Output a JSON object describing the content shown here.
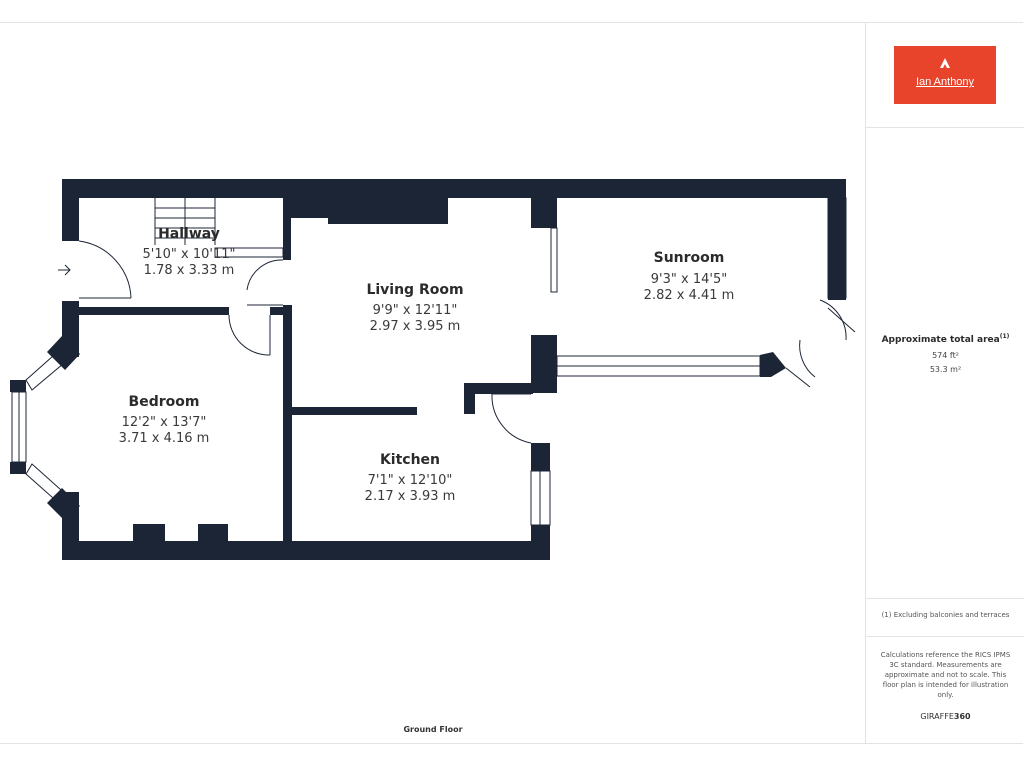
{
  "brand": {
    "logo_text": "Ian Anthony",
    "logo_color": "#e8432b",
    "footer_prefix": "GIRAFFE",
    "footer_suffix": "360"
  },
  "area": {
    "title": "Approximate total area",
    "title_note": "(1)",
    "sqft": "574 ft²",
    "sqm": "53.3 m²"
  },
  "footnote": "(1) Excluding balconies and terraces",
  "calc_note": "Calculations reference the RICS IPMS 3C standard. Measurements are approximate and not to scale. This floor plan is intended for illustration only.",
  "floor_label": "Ground Floor",
  "rooms": [
    {
      "name": "Hallway",
      "imperial": "5'10\" x 10'11\"",
      "metric": "1.78 x 3.33 m"
    },
    {
      "name": "Living Room",
      "imperial": "9'9\" x 12'11\"",
      "metric": "2.97 x 3.95 m"
    },
    {
      "name": "Sunroom",
      "imperial": "9'3\" x 14'5\"",
      "metric": "2.82 x 4.41 m"
    },
    {
      "name": "Bedroom",
      "imperial": "12'2\" x 13'7\"",
      "metric": "3.71 x 4.16 m"
    },
    {
      "name": "Kitchen",
      "imperial": "7'1\" x 12'10\"",
      "metric": "2.17 x 3.93 m"
    }
  ],
  "colors": {
    "wall": "#1c2535",
    "divider": "#e3e3e3"
  }
}
